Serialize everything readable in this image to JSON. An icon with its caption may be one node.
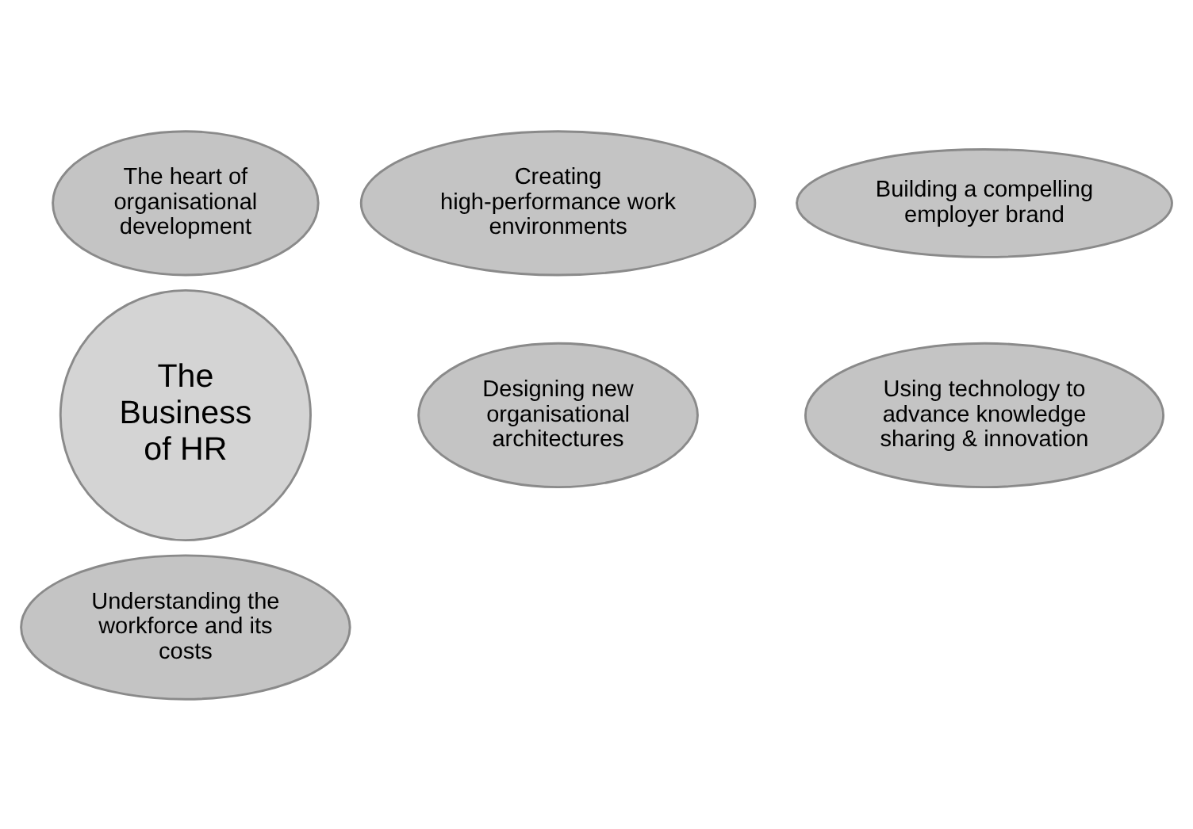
{
  "diagram": {
    "nodes": [
      {
        "text": [
          "The Business of HR"
        ]
      },
      {
        "text": [
          "The heart of organisational development"
        ]
      },
      {
        "text": [
          "Creating high-performance work environments"
        ]
      },
      {
        "text": [
          "Designing new organisational architectures"
        ]
      },
      {
        "text": [
          "Understanding the workforce and its costs"
        ]
      },
      {
        "text": [
          "Using technology to advance knowledge sharing & innovation"
        ]
      },
      {
        "text": [
          "Building a compelling employer brand"
        ]
      }
    ],
    "edges": []
  }
}
